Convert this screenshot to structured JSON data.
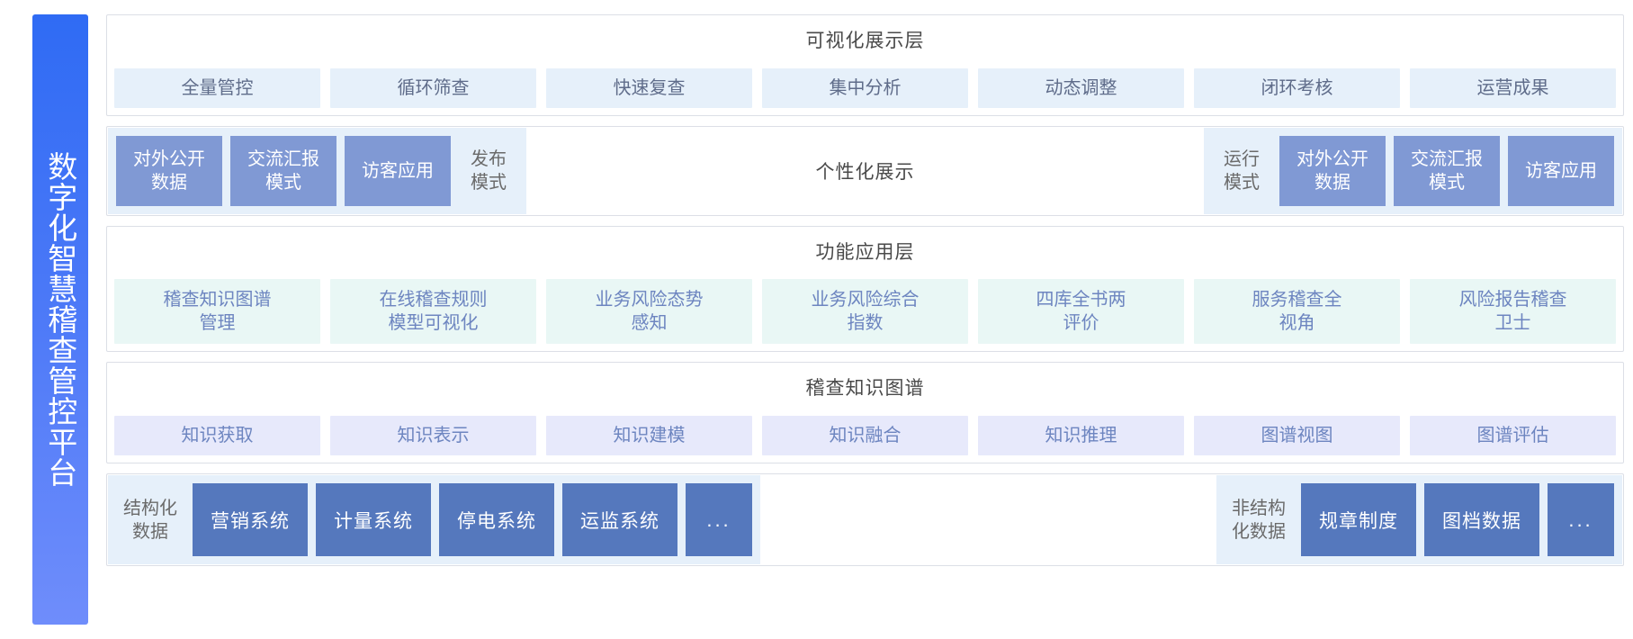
{
  "sidebar": {
    "title": "数字化智慧稽查管控平台"
  },
  "layers": [
    {
      "id": "visualization-layer",
      "title": "可视化展示层",
      "chip_style": "blue-pale",
      "chips": [
        "全量管控",
        "循环筛查",
        "快速复查",
        "集中分析",
        "动态调整",
        "闭环考核",
        "运营成果"
      ]
    },
    {
      "id": "display-mode-band",
      "center_label": "个性化展示",
      "left_group": [
        {
          "label": "对外公开\n数据",
          "style": "solid"
        },
        {
          "label": "交流汇报\n模式",
          "style": "solid"
        },
        {
          "label": "访客应用",
          "style": "solid"
        },
        {
          "label": "发布\n模式",
          "style": "ghost"
        }
      ],
      "right_group": [
        {
          "label": "运行\n模式",
          "style": "ghost"
        },
        {
          "label": "对外公开\n数据",
          "style": "solid"
        },
        {
          "label": "交流汇报\n模式",
          "style": "solid"
        },
        {
          "label": "访客应用",
          "style": "solid"
        }
      ]
    },
    {
      "id": "function-application-layer",
      "title": "功能应用层",
      "chip_style": "mint",
      "chips": [
        "稽查知识图谱\n管理",
        "在线稽查规则\n模型可视化",
        "业务风险态势\n感知",
        "业务风险综合\n指数",
        "四库全书两\n评价",
        "服务稽查全\n视角",
        "风险报告稽查\n卫士"
      ]
    },
    {
      "id": "knowledge-graph-layer",
      "title": "稽查知识图谱",
      "chip_style": "lavender",
      "chips": [
        "知识获取",
        "知识表示",
        "知识建模",
        "知识融合",
        "知识推理",
        "图谱视图",
        "图谱评估"
      ]
    },
    {
      "id": "data-source-band",
      "structured": {
        "label": "结构化\n数据",
        "chips": [
          "营销系统",
          "计量系统",
          "停电系统",
          "运监系统",
          "..."
        ]
      },
      "unstructured": {
        "label": "非结构\n化数据",
        "chips": [
          "规章制度",
          "图档数据",
          "..."
        ]
      }
    }
  ],
  "colors": {
    "sidebar_gradient_start": "#2f6bf4",
    "sidebar_gradient_end": "#6f8dfb",
    "chip_blue_pale": "#e6f0fa",
    "chip_mint": "#e9f7f5",
    "chip_lavender": "#e7e9fb",
    "chip_solid_blue": "#8099d4",
    "chip_source_blue": "#5578bd",
    "panel_border": "#dcdfe6",
    "text_primary": "#4a4a4a",
    "text_chip": "#6d85c0"
  }
}
